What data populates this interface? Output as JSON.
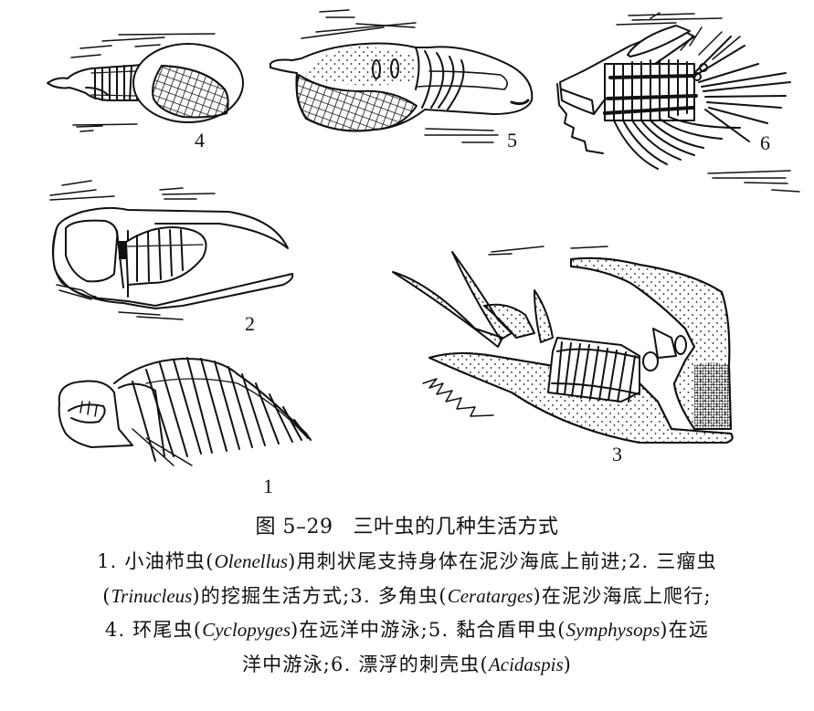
{
  "figure": {
    "number": "图 5–29",
    "title": "三叶虫的几种生活方式",
    "panels": [
      {
        "label": "1",
        "common_name": "小油栉虫",
        "genus": "Olenellus",
        "description": "用刺状尾支持身体在泥沙海底上前进"
      },
      {
        "label": "2",
        "common_name": "三瘤虫",
        "genus": "Trinucleus",
        "description": "的挖掘生活方式"
      },
      {
        "label": "3",
        "common_name": "多角虫",
        "genus": "Ceratarges",
        "description": "在泥沙海底上爬行"
      },
      {
        "label": "4",
        "common_name": "环尾虫",
        "genus": "Cyclopyges",
        "description": "在远洋中游泳"
      },
      {
        "label": "5",
        "common_name": "黏合盾甲虫",
        "genus": "Symphysops",
        "description": "在远洋中游泳"
      },
      {
        "label": "6",
        "common_name": "漂浮的刺壳虫",
        "genus": "Acidaspis",
        "description": ""
      }
    ]
  },
  "caption_lines": [
    {
      "pre": "1. 小油栉虫(",
      "genus": "Olenellus",
      "post": ")用刺状尾支持身体在泥沙海底上前进;2. 三瘤虫"
    },
    {
      "pre": "(",
      "genus": "Trinucleus",
      "post": ")的挖掘生活方式;3. 多角虫(",
      "genus2": "Ceratarges",
      "post2": ")在泥沙海底上爬行;"
    },
    {
      "pre": "4. 环尾虫(",
      "genus": "Cyclopyges",
      "post": ")在远洋中游泳;5. 黏合盾甲虫(",
      "genus2": "Symphysops",
      "post2": ")在远"
    },
    {
      "pre": "洋中游泳;6. 漂浮的刺壳虫(",
      "genus": "Acidaspis",
      "post": ")"
    }
  ]
}
